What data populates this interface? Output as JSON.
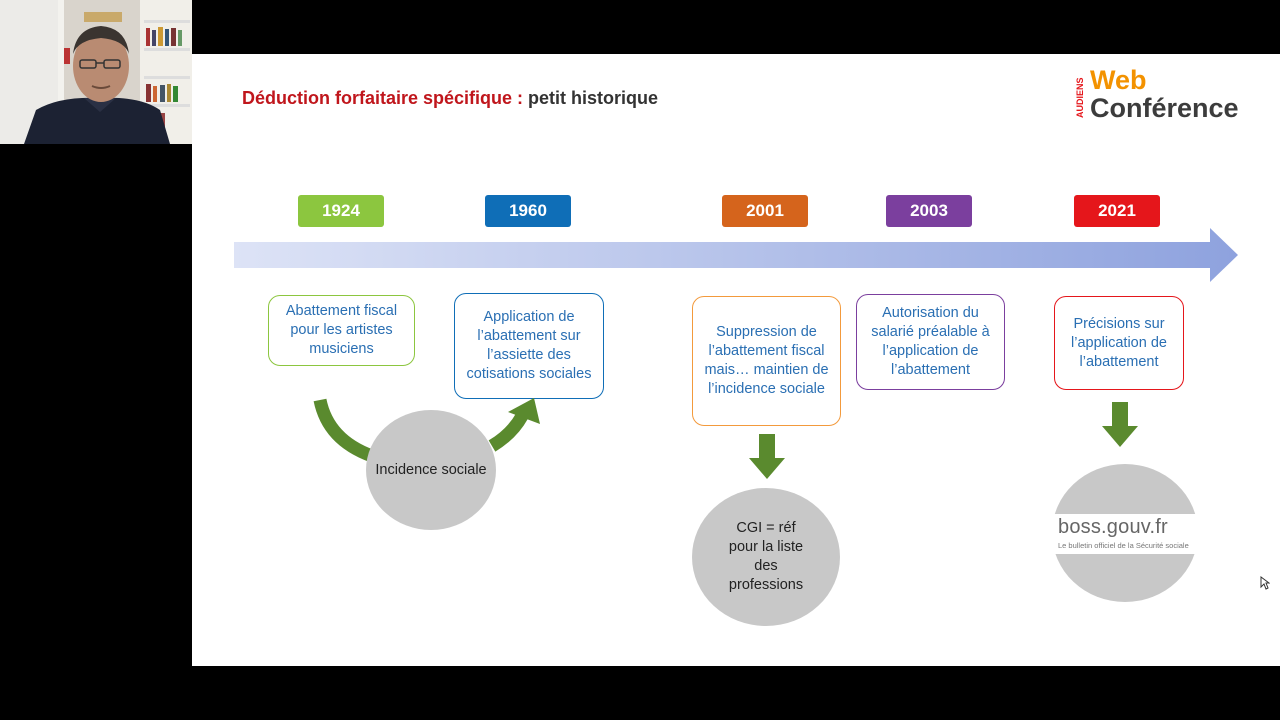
{
  "slide": {
    "title_red": "Déduction forfaitaire spécifique :",
    "title_rest": " petit historique",
    "logo_side": "AUDIENS",
    "logo_web": "Web",
    "logo_conf": "Conférence"
  },
  "timeline": {
    "events": [
      {
        "year": "1924",
        "color": "#8cc63f",
        "text": "Abattement fiscal pour les artistes musiciens"
      },
      {
        "year": "1960",
        "color": "#0f6eb7",
        "text": "Application de l’abattement sur l’assiette des cotisations sociales"
      },
      {
        "year": "2001",
        "color": "#d5641c",
        "text": "Suppression de l’abattement fiscal mais… maintien de l’incidence sociale"
      },
      {
        "year": "2003",
        "color": "#7b3f9e",
        "text": "Autorisation du salarié préalable à l’application de l’abattement"
      },
      {
        "year": "2021",
        "color": "#e5161b",
        "text": "Précisions sur l’application de l’abattement"
      }
    ],
    "circles": {
      "incidence": "Incidence sociale",
      "cgi": "CGI = réf pour la liste des professions",
      "boss_main": "boss.gouv.fr",
      "boss_sub": "Le bulletin officiel de la Sécurité sociale"
    },
    "arrow_color": "#5a8a2e"
  }
}
